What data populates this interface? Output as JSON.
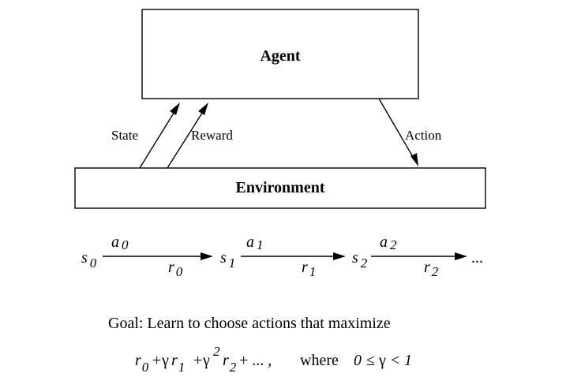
{
  "agent_label": "Agent",
  "environment_label": "Environment",
  "state_label": "State",
  "reward_label": "Reward",
  "action_label": "Action",
  "sequence": {
    "s": "s",
    "a": "a",
    "r": "r",
    "i0": "0",
    "i1": "1",
    "i2": "2",
    "ellipsis": "..."
  },
  "goal_text": "Goal: Learn to choose actions that maximize",
  "formula": {
    "r": "r",
    "i0": "0",
    "i1": "1",
    "i2": "2",
    "plus": "+",
    "gamma": "γ",
    "sup2": "2",
    "tail": "+ ... ,",
    "where": "where",
    "cond_zero": "0",
    "leq": "≤",
    "lt": "<",
    "one": "1"
  }
}
